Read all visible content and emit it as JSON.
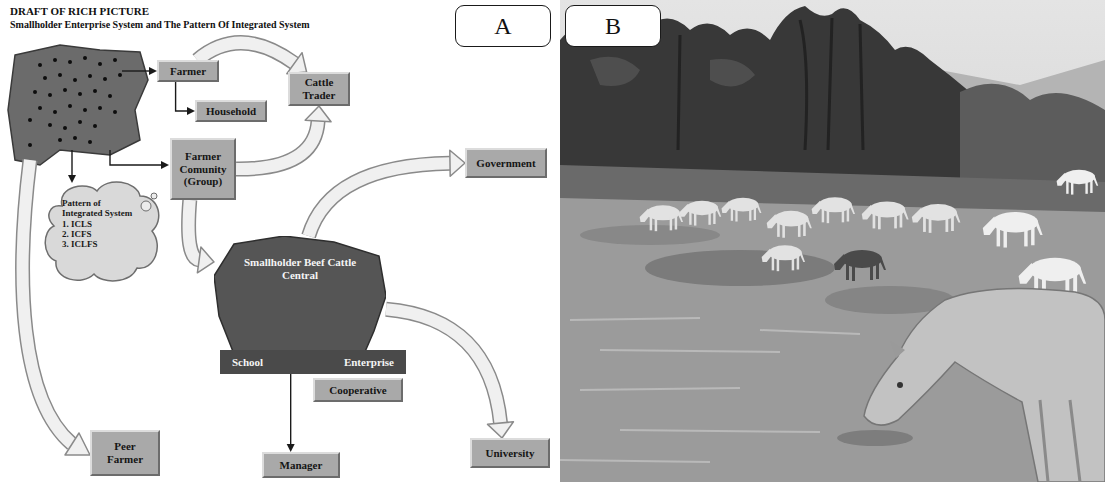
{
  "diagram": {
    "title": "DRAFT OF RICH PICTURE",
    "nodes": [
      {
        "text": [
          "A"
        ]
      },
      {
        "text": [
          "B"
        ]
      },
      {
        "text": [
          "Farmer"
        ]
      },
      {
        "text": [
          "Household"
        ]
      },
      {
        "text": [
          "Cattle Trader"
        ]
      },
      {
        "text": [
          "Farmer Comunity (Group)"
        ]
      },
      {
        "text": [
          "Pattern of Integrated System",
          "1. ICLS",
          "2. ICFS",
          "3. ICLFS"
        ]
      },
      {
        "text": [
          "Smallholder Beef Cattle Central"
        ]
      },
      {
        "text": [
          "School",
          "Enterprise"
        ]
      },
      {
        "text": [
          "Cooperative"
        ]
      },
      {
        "text": [
          "Government"
        ]
      },
      {
        "text": [
          "University"
        ]
      },
      {
        "text": [
          "Peer Farmer"
        ]
      },
      {
        "text": [
          "Manager"
        ]
      }
    ],
    "edges": [
      {
        "from": 2,
        "to": 3,
        "arrow": "to"
      },
      {
        "from": 2,
        "to": 4,
        "arrow": "to"
      },
      {
        "from": 5,
        "to": 4,
        "arrow": "to"
      },
      {
        "from": 5,
        "to": 7,
        "arrow": "to"
      },
      {
        "from": 7,
        "to": 10,
        "arrow": "to"
      },
      {
        "from": 7,
        "to": 11,
        "arrow": "to"
      },
      {
        "from": 8,
        "to": 13,
        "arrow": "to"
      }
    ],
    "labels": [
      "Smallholder Enterprise System and The Pattern Of Integrated System"
    ]
  }
}
